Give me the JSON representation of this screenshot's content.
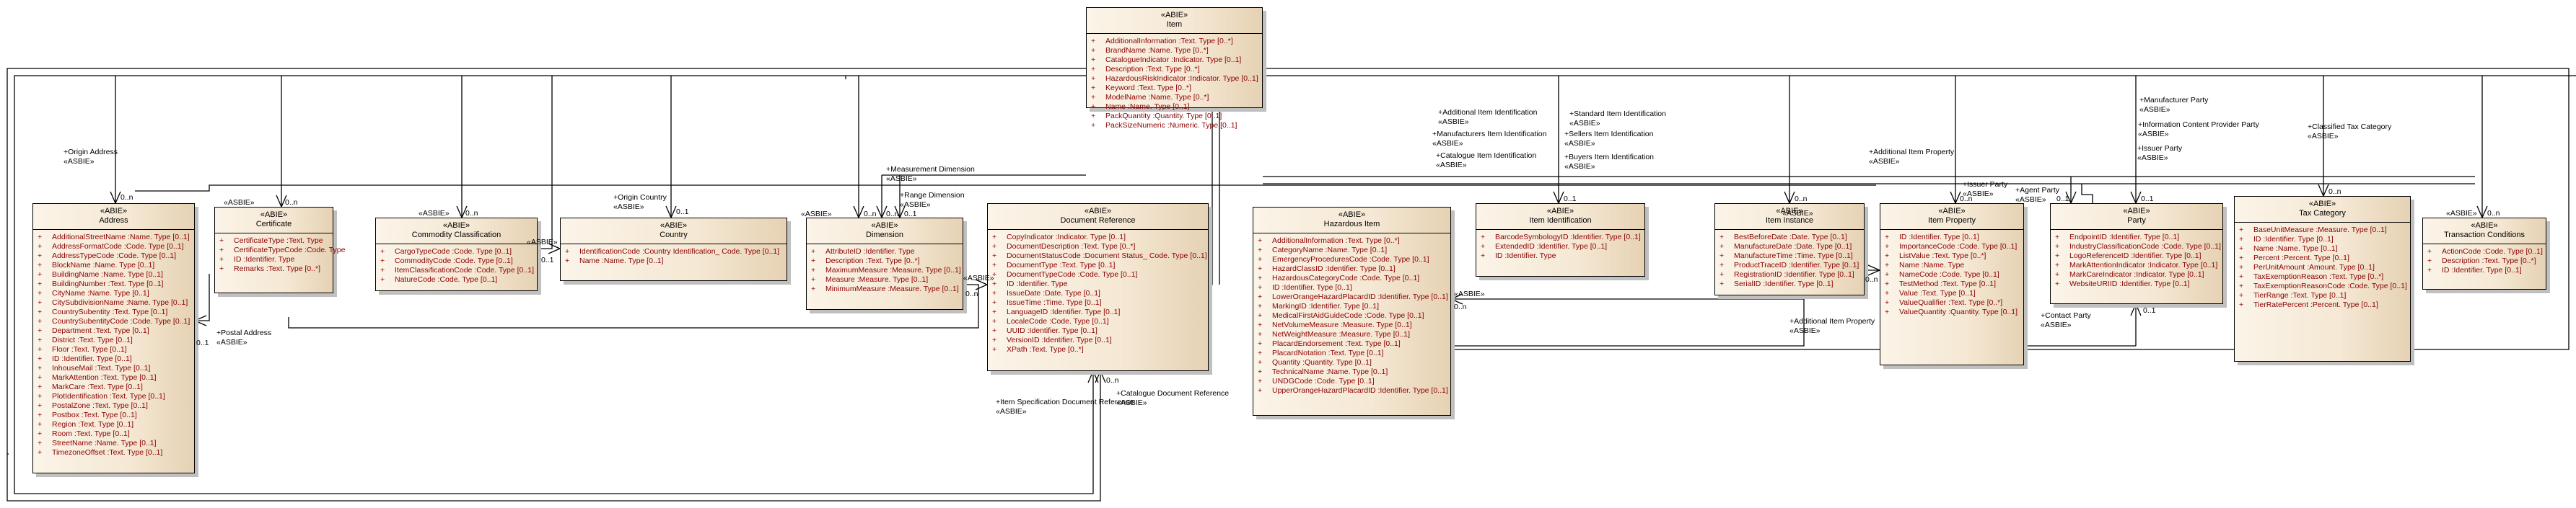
{
  "diagram": {
    "stereotype_class": "«ABIE»",
    "stereotype_assoc": "«ASBIE»",
    "classes": [
      {
        "id": "item",
        "name": "Item",
        "attributes": [
          "AdditionalInformation  :Text. Type [0..*]",
          "BrandName  :Name. Type [0..*]",
          "CatalogueIndicator  :Indicator. Type [0..1]",
          "Description  :Text. Type [0..*]",
          "HazardousRiskIndicator  :Indicator. Type [0..1]",
          "Keyword  :Text. Type [0..*]",
          "ModelName  :Name. Type [0..*]",
          "Name  :Name. Type [0..1]",
          "PackQuantity  :Quantity. Type [0..1]",
          "PackSizeNumeric  :Numeric. Type [0..1]"
        ]
      },
      {
        "id": "address",
        "name": "Address",
        "attributes": [
          "AdditionalStreetName  :Name. Type [0..1]",
          "AddressFormatCode  :Code. Type [0..1]",
          "AddressTypeCode  :Code. Type [0..1]",
          "BlockName  :Name. Type [0..1]",
          "BuildingName  :Name. Type [0..1]",
          "BuildingNumber  :Text. Type [0..1]",
          "CityName  :Name. Type [0..1]",
          "CitySubdivisionName  :Name. Type [0..1]",
          "CountrySubentity  :Text. Type [0..1]",
          "CountrySubentityCode  :Code. Type [0..1]",
          "Department  :Text. Type [0..1]",
          "District  :Text. Type [0..1]",
          "Floor  :Text. Type [0..1]",
          "ID  :Identifier. Type [0..1]",
          "InhouseMail  :Text. Type [0..1]",
          "MarkAttention  :Text. Type [0..1]",
          "MarkCare  :Text. Type [0..1]",
          "PlotIdentification  :Text. Type [0..1]",
          "PostalZone  :Text. Type [0..1]",
          "Postbox  :Text. Type [0..1]",
          "Region  :Text. Type [0..1]",
          "Room  :Text. Type [0..1]",
          "StreetName  :Name. Type [0..1]",
          "TimezoneOffset  :Text. Type [0..1]"
        ]
      },
      {
        "id": "certificate",
        "name": "Certificate",
        "attributes": [
          "CertificateType  :Text. Type",
          "CertificateTypeCode  :Code. Type",
          "ID  :Identifier. Type",
          "Remarks  :Text. Type [0..*]"
        ]
      },
      {
        "id": "commodity",
        "name": "Commodity Classification",
        "attributes": [
          "CargoTypeCode  :Code. Type [0..1]",
          "CommodityCode  :Code. Type [0..1]",
          "ItemClassificationCode  :Code. Type [0..1]",
          "NatureCode  :Code. Type [0..1]"
        ]
      },
      {
        "id": "country",
        "name": "Country",
        "attributes": [
          "IdentificationCode  :Country Identification_ Code. Type [0..1]",
          "Name  :Name. Type [0..1]"
        ]
      },
      {
        "id": "dimension",
        "name": "Dimension",
        "attributes": [
          "AttributeID  :Identifier. Type",
          "Description  :Text. Type [0..*]",
          "MaximumMeasure  :Measure. Type [0..1]",
          "Measure  :Measure. Type [0..1]",
          "MinimumMeasure  :Measure. Type [0..1]"
        ]
      },
      {
        "id": "docref",
        "name": "Document Reference",
        "attributes": [
          "CopyIndicator  :Indicator. Type [0..1]",
          "DocumentDescription  :Text. Type [0..*]",
          "DocumentStatusCode  :Document Status_ Code. Type [0..1]",
          "DocumentType  :Text. Type [0..1]",
          "DocumentTypeCode  :Code. Type [0..1]",
          "ID  :Identifier. Type",
          "IssueDate  :Date. Type [0..1]",
          "IssueTime  :Time. Type [0..1]",
          "LanguageID  :Identifier. Type [0..1]",
          "LocaleCode  :Code. Type [0..1]",
          "UUID  :Identifier. Type [0..1]",
          "VersionID  :Identifier. Type [0..1]",
          "XPath  :Text. Type [0..*]"
        ]
      },
      {
        "id": "hazard",
        "name": "Hazardous Item",
        "attributes": [
          "AdditionalInformation  :Text. Type [0..*]",
          "CategoryName  :Name. Type [0..1]",
          "EmergencyProceduresCode  :Code. Type [0..1]",
          "HazardClassID  :Identifier. Type [0..1]",
          "HazardousCategoryCode  :Code. Type [0..1]",
          "ID  :Identifier. Type [0..1]",
          "LowerOrangeHazardPlacardID  :Identifier. Type [0..1]",
          "MarkingID  :Identifier. Type [0..1]",
          "MedicalFirstAidGuideCode  :Code. Type [0..1]",
          "NetVolumeMeasure  :Measure. Type [0..1]",
          "NetWeightMeasure  :Measure. Type [0..1]",
          "PlacardEndorsement  :Text. Type [0..1]",
          "PlacardNotation  :Text. Type [0..1]",
          "Quantity  :Quantity. Type [0..1]",
          "TechnicalName  :Name. Type [0..1]",
          "UNDGCode  :Code. Type [0..1]",
          "UpperOrangeHazardPlacardID  :Identifier. Type [0..1]"
        ]
      },
      {
        "id": "itemid",
        "name": "Item Identification",
        "attributes": [
          "BarcodeSymbologyID  :Identifier. Type [0..1]",
          "ExtendedID  :Identifier. Type [0..1]",
          "ID  :Identifier. Type"
        ]
      },
      {
        "id": "iteminst",
        "name": "Item Instance",
        "attributes": [
          "BestBeforeDate  :Date. Type [0..1]",
          "ManufactureDate  :Date. Type [0..1]",
          "ManufactureTime  :Time. Type [0..1]",
          "ProductTraceID  :Identifier. Type [0..1]",
          "RegistrationID  :Identifier. Type [0..1]",
          "SerialID  :Identifier. Type [0..1]"
        ]
      },
      {
        "id": "itemprop",
        "name": "Item Property",
        "attributes": [
          "ID  :Identifier. Type [0..1]",
          "ImportanceCode  :Code. Type [0..1]",
          "ListValue  :Text. Type [0..*]",
          "Name  :Name. Type",
          "NameCode  :Code. Type [0..1]",
          "TestMethod  :Text. Type [0..1]",
          "Value  :Text. Type [0..1]",
          "ValueQualifier  :Text. Type [0..*]",
          "ValueQuantity  :Quantity. Type [0..1]"
        ]
      },
      {
        "id": "party",
        "name": "Party",
        "attributes": [
          "EndpointID  :Identifier. Type [0..1]",
          "IndustryClassificationCode  :Code. Type [0..1]",
          "LogoReferenceID  :Identifier. Type [0..1]",
          "MarkAttentionIndicator  :Indicator. Type [0..1]",
          "MarkCareIndicator  :Indicator. Type [0..1]",
          "WebsiteURIID  :Identifier. Type [0..1]"
        ]
      },
      {
        "id": "tax",
        "name": "Tax Category",
        "attributes": [
          "BaseUnitMeasure  :Measure. Type [0..1]",
          "ID  :Identifier. Type [0..1]",
          "Name  :Name. Type [0..1]",
          "Percent  :Percent. Type [0..1]",
          "PerUnitAmount  :Amount. Type [0..1]",
          "TaxExemptionReason  :Text. Type [0..*]",
          "TaxExemptionReasonCode  :Code. Type [0..1]",
          "TierRange  :Text. Type [0..1]",
          "TierRatePercent  :Percent. Type [0..1]"
        ]
      },
      {
        "id": "transcond",
        "name": "Transaction Conditions",
        "attributes": [
          "ActionCode  :Code. Type [0..1]",
          "Description  :Text. Type [0..*]",
          "ID  :Identifier. Type [0..1]"
        ]
      }
    ],
    "role_labels": [
      "+Origin Address",
      "+Postal Address",
      "+Origin Country",
      "+Measurement Dimension",
      "+Range Dimension",
      "+Item Specification Document Reference",
      "+Catalogue Document Reference",
      "+Additional Item Identification",
      "+Manufacturers Item Identification",
      "+Catalogue Item Identification",
      "+Standard Item Identification",
      "+Sellers Item Identification",
      "+Buyers Item Identification",
      "+Additional Item Property",
      "+Additional Item Property",
      "+Issuer Party",
      "+Agent Party",
      "+Manufacturer Party",
      "+Information Content Provider Party",
      "+Issuer Party",
      "+Contact Party",
      "+Classified Tax Category"
    ],
    "multiplicities": [
      "0..n",
      "0..1"
    ]
  }
}
